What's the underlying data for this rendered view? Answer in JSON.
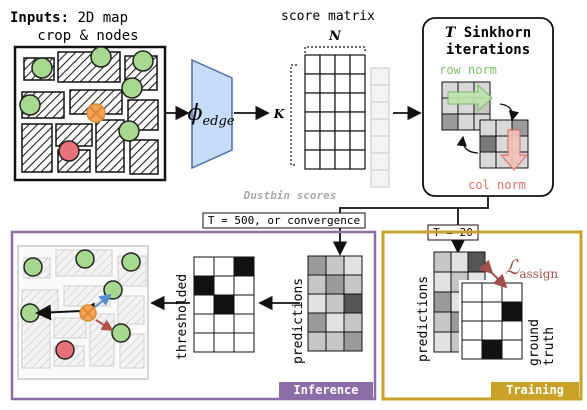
{
  "inputs": {
    "bold": "Inputs:",
    "line1": " 2D map",
    "line2": "crop & nodes"
  },
  "encoder": {
    "symbol": "ϕ",
    "subscript": "edge"
  },
  "score_matrix": {
    "title": "score matrix",
    "n_label": "N",
    "k_label": "K",
    "dustbin_label": "Dustbin scores"
  },
  "sinkhorn": {
    "t": "T",
    "line1": " Sinkhorn",
    "line2": "iterations",
    "row_norm": "row norm",
    "col_norm": "col norm"
  },
  "branches": {
    "inference_condition": "T = 500, or convergence",
    "training_condition": "T = 20"
  },
  "inference": {
    "panel_label": "Inference",
    "thresholded_label": "thresholded",
    "predictions_label": "predictions"
  },
  "training": {
    "panel_label": "Training",
    "predictions_label": "predictions",
    "ground_truth_line1": "ground",
    "ground_truth_line2": "truth",
    "loss_symbol": "ℒ",
    "loss_subscript": "assign"
  },
  "colors": {
    "node_green": "#a6d98f",
    "node_red": "#e8727a",
    "node_orange": "#f2a35c",
    "encoder_blue": "#c6dcf7",
    "row_norm_green": "#7fbf6a",
    "col_norm_red": "#d9726a",
    "inference_purple": "#8c6da8",
    "training_gold": "#c9a227"
  },
  "matrices": {
    "inference_predictions_shades": [
      [
        3,
        2,
        1
      ],
      [
        2,
        3,
        2
      ],
      [
        1,
        2,
        4
      ],
      [
        3,
        1,
        2
      ],
      [
        2,
        2,
        3
      ]
    ],
    "thresholded_black_cells": [
      [
        0,
        2
      ],
      [
        1,
        0
      ],
      [
        2,
        1
      ]
    ],
    "ground_truth_black_cells": [
      [
        1,
        2
      ],
      [
        3,
        1
      ]
    ]
  }
}
